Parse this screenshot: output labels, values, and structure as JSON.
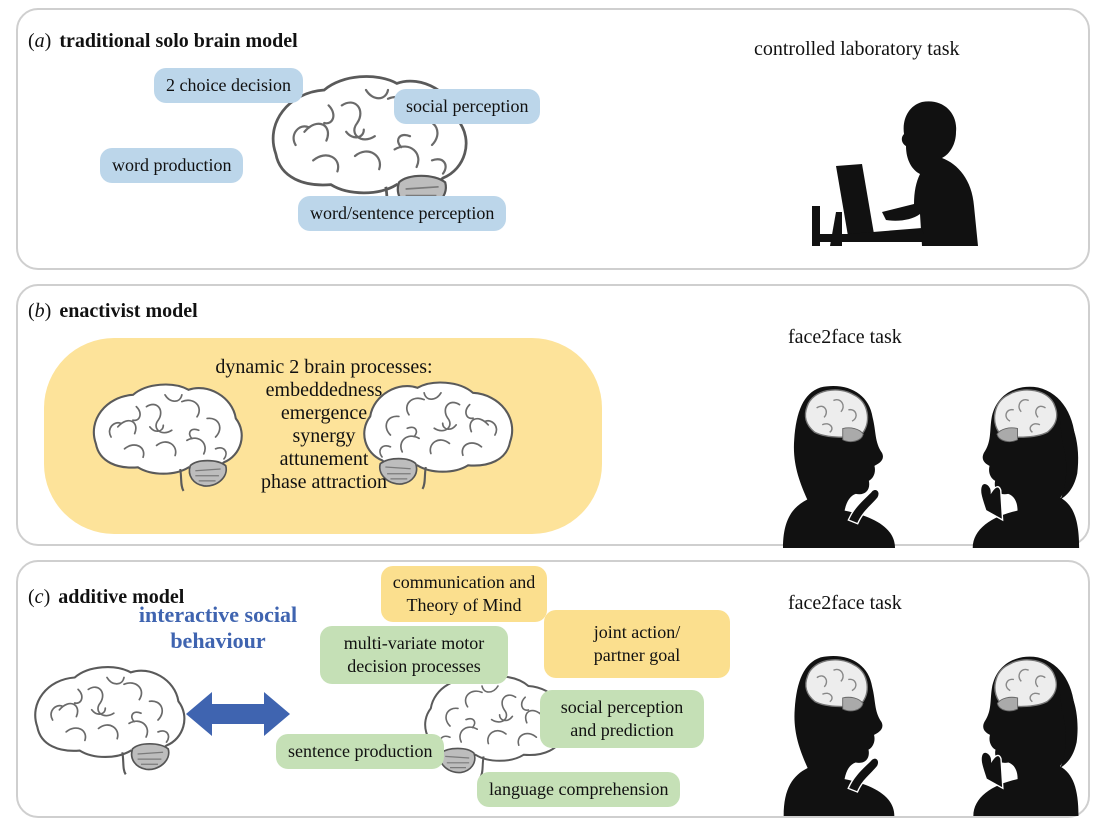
{
  "panel_a": {
    "letter": "a",
    "title": "traditional solo brain model",
    "task": "controlled laboratory task",
    "labels": [
      "2 choice decision",
      "social perception",
      "word production",
      "word/sentence perception"
    ]
  },
  "panel_b": {
    "letter": "b",
    "title": "enactivist model",
    "task": "face2face task",
    "process_heading": "dynamic 2 brain processes:",
    "processes": [
      "embeddedness",
      "emergence",
      "synergy",
      "attunement",
      "phase attraction"
    ]
  },
  "panel_c": {
    "letter": "c",
    "title": "additive model",
    "task": "face2face task",
    "interaction_label_line1": "interactive social",
    "interaction_label_line2": "behaviour",
    "yellow_labels": [
      {
        "line1": "communication and",
        "line2": "Theory of Mind"
      },
      {
        "line1": "joint action/",
        "line2": "partner goal"
      }
    ],
    "green_labels": [
      {
        "line1": "multi-variate motor",
        "line2": "decision processes"
      },
      {
        "line1": "social perception",
        "line2": "and prediction"
      },
      {
        "line1": "sentence production",
        "line2": ""
      },
      {
        "line1": "language comprehension",
        "line2": ""
      }
    ]
  },
  "colors": {
    "blue_label": "#bcd6ea",
    "yellow_label": "#fbdf8e",
    "green_label": "#c5e0b6",
    "arrow": "#3f64b0",
    "heading_blue": "#3f64b0"
  }
}
